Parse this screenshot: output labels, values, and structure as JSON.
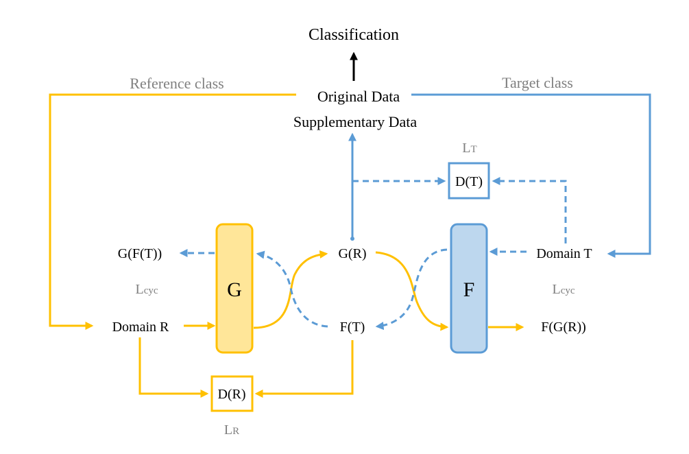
{
  "colors": {
    "yellow": "#FFC000",
    "blue": "#5B9BD5",
    "g_fill": "#FFE699",
    "f_fill": "#BDD7EE",
    "gray_text": "#7F7F7F"
  },
  "labels": {
    "classification": "Classification",
    "original_data": "Original Data",
    "supplementary_data": "Supplementary Data",
    "reference_class": "Reference class",
    "target_class": "Target class",
    "lt_main": "L",
    "lt_sub": "T",
    "dt": "D(T)",
    "gft": "G(F(T))",
    "gr": "G(R)",
    "domain_t": "Domain T",
    "lcyc_left_main": "L",
    "lcyc_left_sub": "cyc",
    "lcyc_right_main": "L",
    "lcyc_right_sub": "cyc",
    "g": "G",
    "f": "F",
    "domain_r": "Domain R",
    "ft": "F(T)",
    "fgr": "F(G(R))",
    "dr": "D(R)",
    "lr_main": "L",
    "lr_sub": "R"
  }
}
